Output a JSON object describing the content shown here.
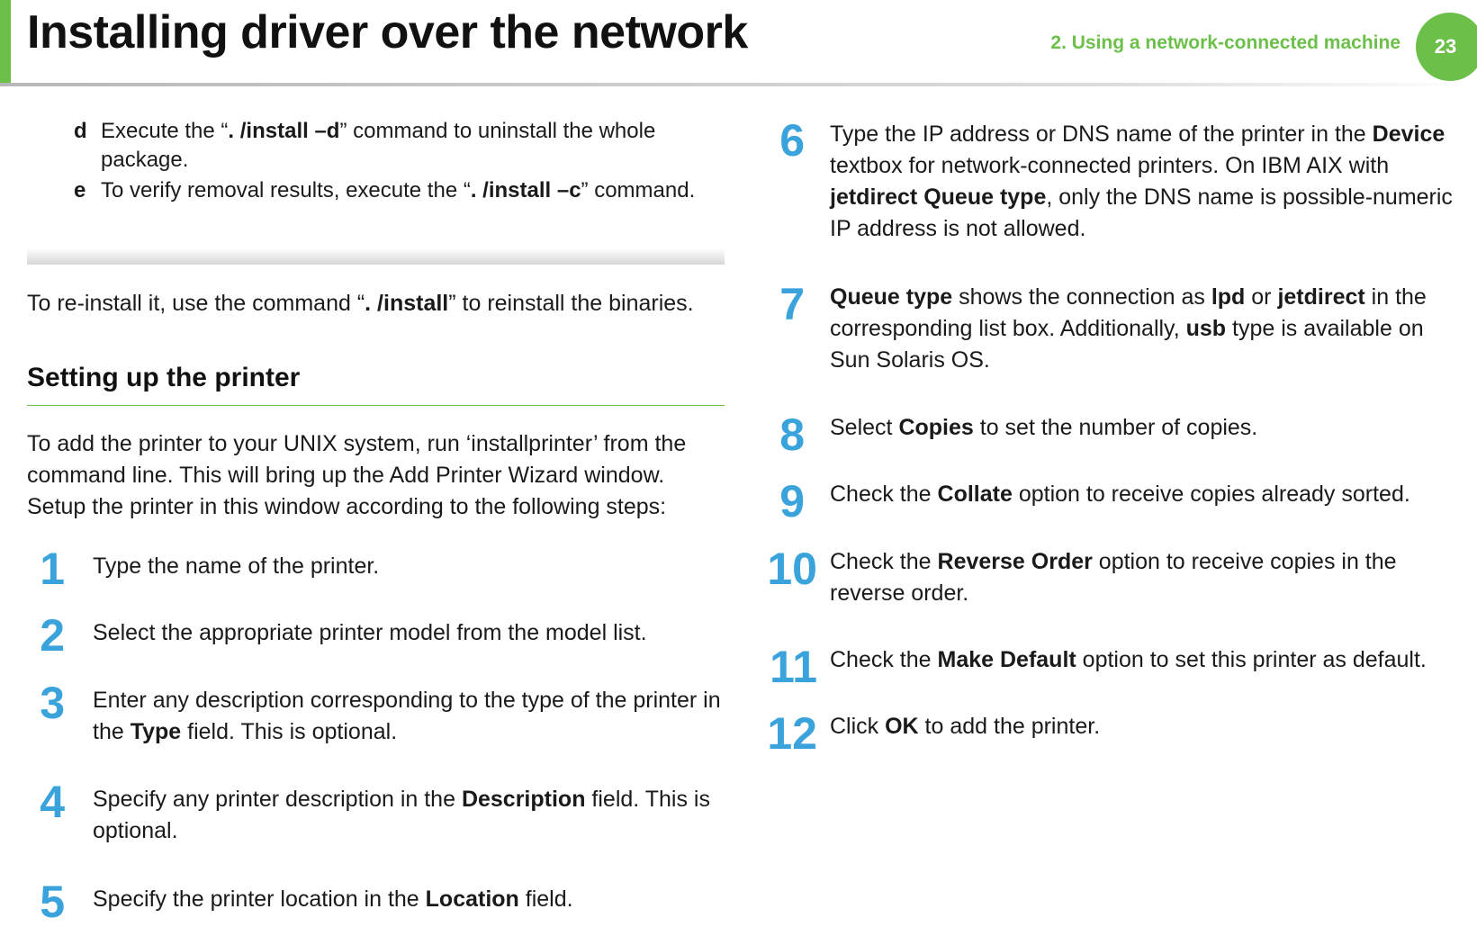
{
  "header": {
    "title": "Installing driver over the network",
    "section": "2.  Using a network-connected machine",
    "page_number": "23"
  },
  "uninstall_substeps": [
    {
      "letter": "d",
      "pre": "Execute the “",
      "bold": ". /install –d",
      "post": "” command to uninstall the whole package."
    },
    {
      "letter": "e",
      "pre": "To verify removal results, execute the “",
      "bold": ". /install –c",
      "post": "” command."
    }
  ],
  "reinstall": {
    "pre": "To re-install it, use the command “",
    "bold": ". /install",
    "post": "” to reinstall the binaries."
  },
  "setup": {
    "heading": "Setting up the printer",
    "intro": "To add the printer to your UNIX system, run ‘installprinter’ from the command line. This will bring up the Add Printer Wizard window. Setup the printer in this window according to the following steps:"
  },
  "steps": [
    {
      "num": "1",
      "segments": [
        {
          "t": "Type the name of the printer."
        }
      ]
    },
    {
      "num": "2",
      "segments": [
        {
          "t": "Select the appropriate printer model from the model list."
        }
      ]
    },
    {
      "num": "3",
      "segments": [
        {
          "t": "Enter any description corresponding to the type of the printer in the "
        },
        {
          "t": "Type",
          "b": true
        },
        {
          "t": " field. This is optional."
        }
      ]
    },
    {
      "num": "4",
      "segments": [
        {
          "t": "Specify any printer description in the "
        },
        {
          "t": "Description",
          "b": true
        },
        {
          "t": " field. This is optional."
        }
      ]
    },
    {
      "num": "5",
      "segments": [
        {
          "t": "Specify the printer location in the "
        },
        {
          "t": "Location",
          "b": true
        },
        {
          "t": " field."
        }
      ]
    },
    {
      "num": "6",
      "segments": [
        {
          "t": "Type the IP address or DNS name of the printer in the "
        },
        {
          "t": "Device",
          "b": true
        },
        {
          "t": " textbox for network-connected printers. On IBM AIX with "
        },
        {
          "t": "jetdirect Queue type",
          "b": true
        },
        {
          "t": ", only the DNS name is possible-numeric IP address is not allowed."
        }
      ]
    },
    {
      "num": "7",
      "segments": [
        {
          "t": "Queue type",
          "b": true
        },
        {
          "t": " shows the connection as "
        },
        {
          "t": "lpd",
          "b": true
        },
        {
          "t": " or "
        },
        {
          "t": "jetdirect",
          "b": true
        },
        {
          "t": " in the corresponding list box. Additionally, "
        },
        {
          "t": "usb",
          "b": true
        },
        {
          "t": " type is available on Sun Solaris OS."
        }
      ]
    },
    {
      "num": "8",
      "segments": [
        {
          "t": "Select "
        },
        {
          "t": "Copies",
          "b": true
        },
        {
          "t": " to set the number of copies."
        }
      ]
    },
    {
      "num": "9",
      "segments": [
        {
          "t": "Check the "
        },
        {
          "t": "Collate",
          "b": true
        },
        {
          "t": " option to receive copies already sorted."
        }
      ]
    },
    {
      "num": "10",
      "segments": [
        {
          "t": "Check the "
        },
        {
          "t": "Reverse Order",
          "b": true
        },
        {
          "t": " option to receive copies in the reverse order."
        }
      ]
    },
    {
      "num": "11",
      "segments": [
        {
          "t": "Check the "
        },
        {
          "t": "Make Default",
          "b": true
        },
        {
          "t": " option to set this printer as default."
        }
      ]
    },
    {
      "num": "12",
      "segments": [
        {
          "t": "Click "
        },
        {
          "t": "OK",
          "b": true
        },
        {
          "t": " to add the printer."
        }
      ]
    }
  ],
  "colors": {
    "accent_green": "#6cc04a",
    "step_blue": "#3aa3dc"
  }
}
